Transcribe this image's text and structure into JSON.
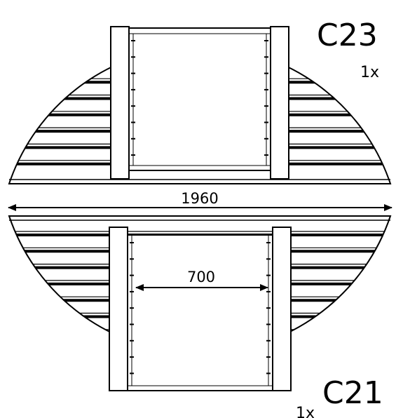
{
  "parts": [
    {
      "id": "upper",
      "code": "C23",
      "quantity": "1x"
    },
    {
      "id": "lower",
      "code": "C21",
      "quantity": "1x"
    }
  ],
  "dimensions": {
    "overall_width": "1960",
    "opening_width": "700"
  },
  "colors": {
    "stroke": "#000000",
    "background": "#ffffff"
  }
}
